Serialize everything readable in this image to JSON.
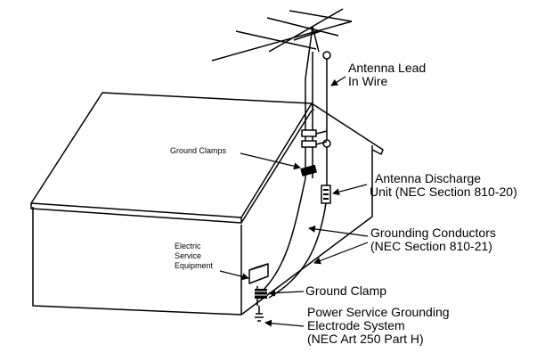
{
  "labels": {
    "antenna_lead_line1": "Antenna Lead",
    "antenna_lead_line2": "In Wire",
    "ground_clamps": "Ground Clamps",
    "discharge_line1": "Antenna Discharge",
    "discharge_line2": "Unit (NEC Section 810-20)",
    "grounding_conductors_line1": "Grounding Conductors",
    "grounding_conductors_line2": "(NEC Section 810-21)",
    "electric_line1": "Electric",
    "electric_line2": "Service",
    "electric_line3": "Equipment",
    "ground_clamp": "Ground Clamp",
    "power_line1": "Power Service Grounding",
    "power_line2": "Electrode System",
    "power_line3": "(NEC Art 250 Part H)"
  },
  "colors": {
    "ink": "#000000",
    "paper": "#ffffff"
  }
}
